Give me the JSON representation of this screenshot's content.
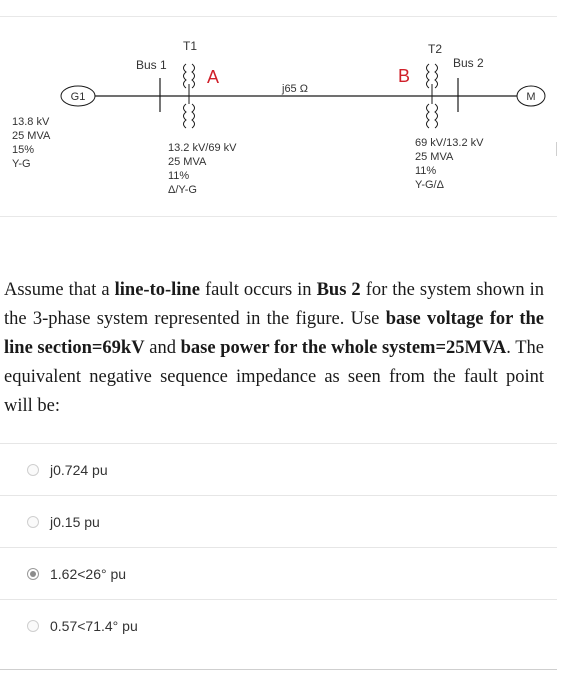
{
  "diagram": {
    "g1": {
      "label": "G1",
      "specs": [
        "13.8 kV",
        "25 MVA",
        "15%",
        "Y-G"
      ]
    },
    "bus1": {
      "label": "Bus 1"
    },
    "t1": {
      "label": "T1",
      "specs": [
        "13.2 kV/69 kV",
        "25 MVA",
        "11%",
        "Δ/Y-G"
      ]
    },
    "mark_a": "A",
    "line": {
      "label": "j65 Ω"
    },
    "mark_b": "B",
    "t2": {
      "label": "T2",
      "specs": [
        "69 kV/13.2 kV",
        "25 MVA",
        "11%",
        "Y-G/Δ"
      ]
    },
    "bus2": {
      "label": "Bus 2"
    },
    "motor": {
      "label": "M"
    }
  },
  "question": {
    "p1": "Assume that a ",
    "b1": "line-to-line",
    "p2": " fault occurs in ",
    "b2": "Bus 2",
    "p3": " for the system shown in the 3-phase system represented in the figure. Use ",
    "b3": "base voltage for the line section=69kV",
    "p4": " and ",
    "b4": "base power for the whole system=25MVA",
    "p5": ". The equivalent negative sequence impedance as seen from the fault point will be:"
  },
  "options": [
    {
      "label": "j0.724 pu",
      "selected": false
    },
    {
      "label": "j0.15 pu",
      "selected": false
    },
    {
      "label": "1.62<26° pu",
      "selected": true
    },
    {
      "label": "0.57<71.4° pu",
      "selected": false
    }
  ],
  "colors": {
    "annotation_red": "#d0202a",
    "line": "#1a1a1a",
    "text": "#333333"
  }
}
